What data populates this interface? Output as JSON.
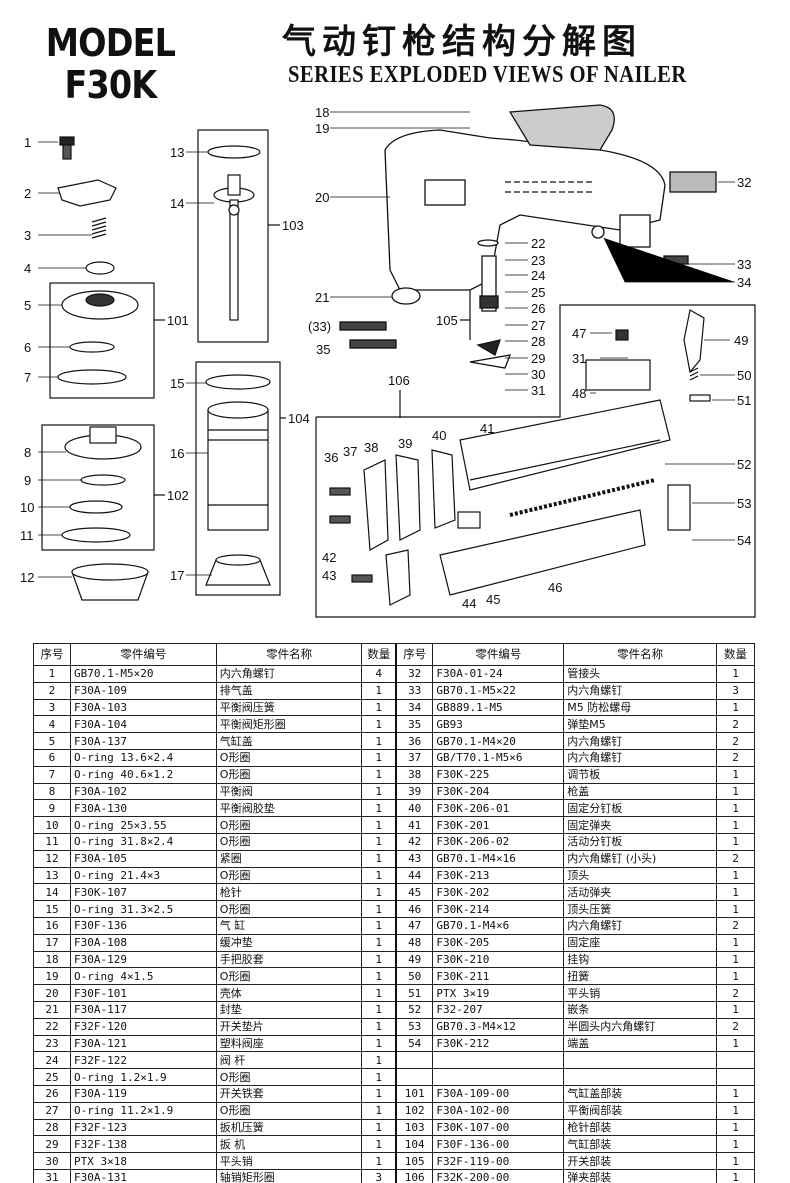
{
  "header": {
    "model_label": "MODEL",
    "model_number": "F30K",
    "title_cn": "气动钉枪结构分解图",
    "title_en": "SERIES EXPLODED VIEWS OF NAILER"
  },
  "diagram": {
    "callouts": [
      "1",
      "2",
      "3",
      "4",
      "5",
      "6",
      "7",
      "8",
      "9",
      "10",
      "11",
      "12",
      "13",
      "14",
      "15",
      "16",
      "17",
      "18",
      "19",
      "20",
      "21",
      "22",
      "23",
      "24",
      "25",
      "26",
      "27",
      "28",
      "29",
      "30",
      "31",
      "(33)",
      "35",
      "32",
      "33",
      "34",
      "36",
      "37",
      "38",
      "39",
      "40",
      "41",
      "42",
      "43",
      "44",
      "45",
      "46",
      "47",
      "31",
      "48",
      "49",
      "50",
      "51",
      "52",
      "53",
      "54"
    ],
    "group_labels": [
      "101",
      "102",
      "103",
      "104",
      "105",
      "106"
    ]
  },
  "table": {
    "headers": [
      "序号",
      "零件编号",
      "零件名称",
      "数量",
      "序号",
      "零件编号",
      "零件名称",
      "数量"
    ],
    "rows": [
      [
        "1",
        "GB70.1-M5×20",
        "内六角螺钉",
        "4",
        "32",
        "F30A-01-24",
        "管接头",
        "1"
      ],
      [
        "2",
        "F30A-109",
        "排气盖",
        "1",
        "33",
        "GB70.1-M5×22",
        "内六角螺钉",
        "3"
      ],
      [
        "3",
        "F30A-103",
        "平衡阀压簧",
        "1",
        "34",
        "GB889.1-M5",
        "M5 防松螺母",
        "1"
      ],
      [
        "4",
        "F30A-104",
        "平衡阀矩形圈",
        "1",
        "35",
        "GB93",
        "弹垫M5",
        "2"
      ],
      [
        "5",
        "F30A-137",
        "气缸盖",
        "1",
        "36",
        "GB70.1-M4×20",
        "内六角螺钉",
        "2"
      ],
      [
        "6",
        "O-ring 13.6×2.4",
        "O形圈",
        "1",
        "37",
        "GB/T70.1-M5×6",
        "内六角螺钉",
        "2"
      ],
      [
        "7",
        "O-ring 40.6×1.2",
        "O形圈",
        "1",
        "38",
        "F30K-225",
        "调节板",
        "1"
      ],
      [
        "8",
        "F30A-102",
        "平衡阀",
        "1",
        "39",
        "F30K-204",
        "枪盖",
        "1"
      ],
      [
        "9",
        "F30A-130",
        "平衡阀胶垫",
        "1",
        "40",
        "F30K-206-01",
        "固定分钉板",
        "1"
      ],
      [
        "10",
        "O-ring 25×3.55",
        "O形圈",
        "1",
        "41",
        "F30K-201",
        "固定弹夹",
        "1"
      ],
      [
        "11",
        "O-ring 31.8×2.4",
        "O形圈",
        "1",
        "42",
        "F30K-206-02",
        "活动分钉板",
        "1"
      ],
      [
        "12",
        "F30A-105",
        "紧圈",
        "1",
        "43",
        "GB70.1-M4×16",
        "内六角螺钉 (小头)",
        "2"
      ],
      [
        "13",
        "O-ring 21.4×3",
        "O形圈",
        "1",
        "44",
        "F30K-213",
        "顶头",
        "1"
      ],
      [
        "14",
        "F30K-107",
        "枪针",
        "1",
        "45",
        "F30K-202",
        "活动弹夹",
        "1"
      ],
      [
        "15",
        "O-ring 31.3×2.5",
        "O形圈",
        "1",
        "46",
        "F30K-214",
        "顶头压簧",
        "1"
      ],
      [
        "16",
        "F30F-136",
        "气 缸",
        "1",
        "47",
        "GB70.1-M4×6",
        "内六角螺钉",
        "2"
      ],
      [
        "17",
        "F30A-108",
        "缓冲垫",
        "1",
        "48",
        "F30K-205",
        "固定座",
        "1"
      ],
      [
        "18",
        "F30A-129",
        "手把胶套",
        "1",
        "49",
        "F30K-210",
        "挂钩",
        "1"
      ],
      [
        "19",
        "O-ring 4×1.5",
        "O形圈",
        "1",
        "50",
        "F30K-211",
        "扭簧",
        "1"
      ],
      [
        "20",
        "F30F-101",
        "壳体",
        "1",
        "51",
        "PTX 3×19",
        "平头销",
        "2"
      ],
      [
        "21",
        "F30A-117",
        "封垫",
        "1",
        "52",
        "F32-207",
        "嵌条",
        "1"
      ],
      [
        "22",
        "F32F-120",
        "开关垫片",
        "1",
        "53",
        "GB70.3-M4×12",
        "半圆头内六角螺钉",
        "2"
      ],
      [
        "23",
        "F30A-121",
        "塑料阀座",
        "1",
        "54",
        "F30K-212",
        "端盖",
        "1"
      ],
      [
        "24",
        "F32F-122",
        "阀 杆",
        "1",
        "",
        "",
        "",
        ""
      ],
      [
        "25",
        "O-ring 1.2×1.9",
        "O形圈",
        "1",
        "",
        "",
        "",
        ""
      ],
      [
        "26",
        "F30A-119",
        "开关铁套",
        "1",
        "101",
        "F30A-109-00",
        "气缸盖部装",
        "1"
      ],
      [
        "27",
        "O-ring 11.2×1.9",
        "O形圈",
        "1",
        "102",
        "F30A-102-00",
        "平衡阀部装",
        "1"
      ],
      [
        "28",
        "F32F-123",
        "扳机压簧",
        "1",
        "103",
        "F30K-107-00",
        "枪针部装",
        "1"
      ],
      [
        "29",
        "F32F-138",
        "扳 机",
        "1",
        "104",
        "F30F-136-00",
        "气缸部装",
        "1"
      ],
      [
        "30",
        "PTX 3×18",
        "平头销",
        "1",
        "105",
        "F32F-119-00",
        "开关部装",
        "1"
      ],
      [
        "31",
        "F30A-131",
        "轴销矩形圈",
        "3",
        "106",
        "F32K-200-00",
        "弹夹部装",
        "1"
      ]
    ]
  }
}
